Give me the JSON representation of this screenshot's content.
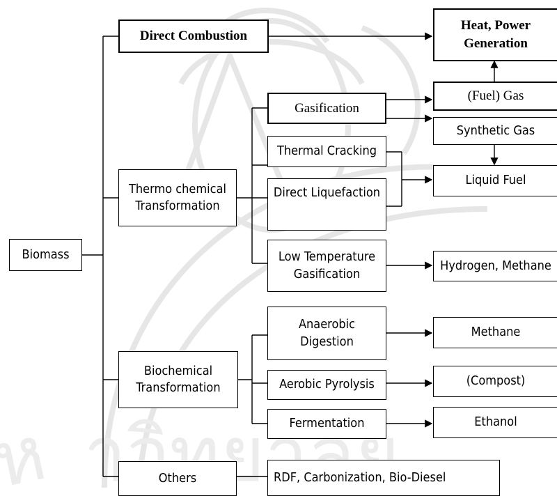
{
  "nodes": {
    "biomass": "Biomass",
    "direct_combustion": "Direct Combustion",
    "thermo_line1": "Thermo chemical",
    "thermo_line2": "Transformation",
    "biochem_line1": "Biochemical",
    "biochem_line2": "Transformation",
    "others": "Others",
    "gasification": "Gasification",
    "thermal_cracking": "Thermal Cracking",
    "direct_liquefaction": "Direct Liquefaction",
    "low_temp_line1": "Low Temperature",
    "low_temp_line2": "Gasification",
    "anaerobic_line1": "Anaerobic",
    "anaerobic_line2": "Digestion",
    "aerobic_pyrolysis": "Aerobic Pyrolysis",
    "fermentation": "Fermentation",
    "rdf": "RDF, Carbonization, Bio-Diesel",
    "heat_line1": "Heat, Power",
    "heat_line2": "Generation",
    "fuel_gas": "(Fuel) Gas",
    "synthetic_gas": "Synthetic Gas",
    "liquid_fuel": "Liquid Fuel",
    "hydrogen_methane": "Hydrogen, Methane",
    "methane": "Methane",
    "compost": "(Compost)",
    "ethanol": "Ethanol"
  },
  "colors": {
    "line": "#000000",
    "watermark": "#e6e6e6"
  }
}
